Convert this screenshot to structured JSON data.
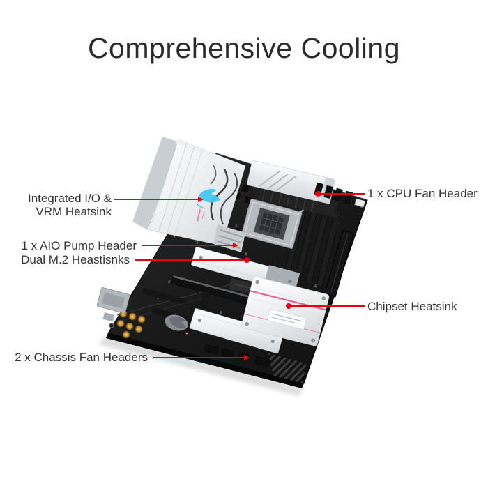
{
  "title": "Comprehensive Cooling",
  "callouts": {
    "io_vrm": {
      "line1": "Integrated I/O &",
      "line2": "VRM Heatsink"
    },
    "aio_pump": {
      "label": "1 x AIO Pump Header"
    },
    "dual_m2": {
      "label": "Dual M.2 Heastisnks"
    },
    "chassis_fan": {
      "label": "2 x Chassis Fan Headers"
    },
    "cpu_fan": {
      "label": "1 x CPU Fan Header"
    },
    "chipset": {
      "label": "Chipset Heatsink"
    }
  },
  "colors": {
    "accent_red": "#e60012",
    "title_text": "#2b2b2b",
    "label_text": "#333333",
    "background": "#ffffff",
    "pcb_black": "#1b1b1b",
    "heatsink_silver": "#e9ecee",
    "rog_logo_cyan": "#45c8ef",
    "stripe_pink": "#e8628e",
    "capacitor_gold": "#c9972c"
  }
}
